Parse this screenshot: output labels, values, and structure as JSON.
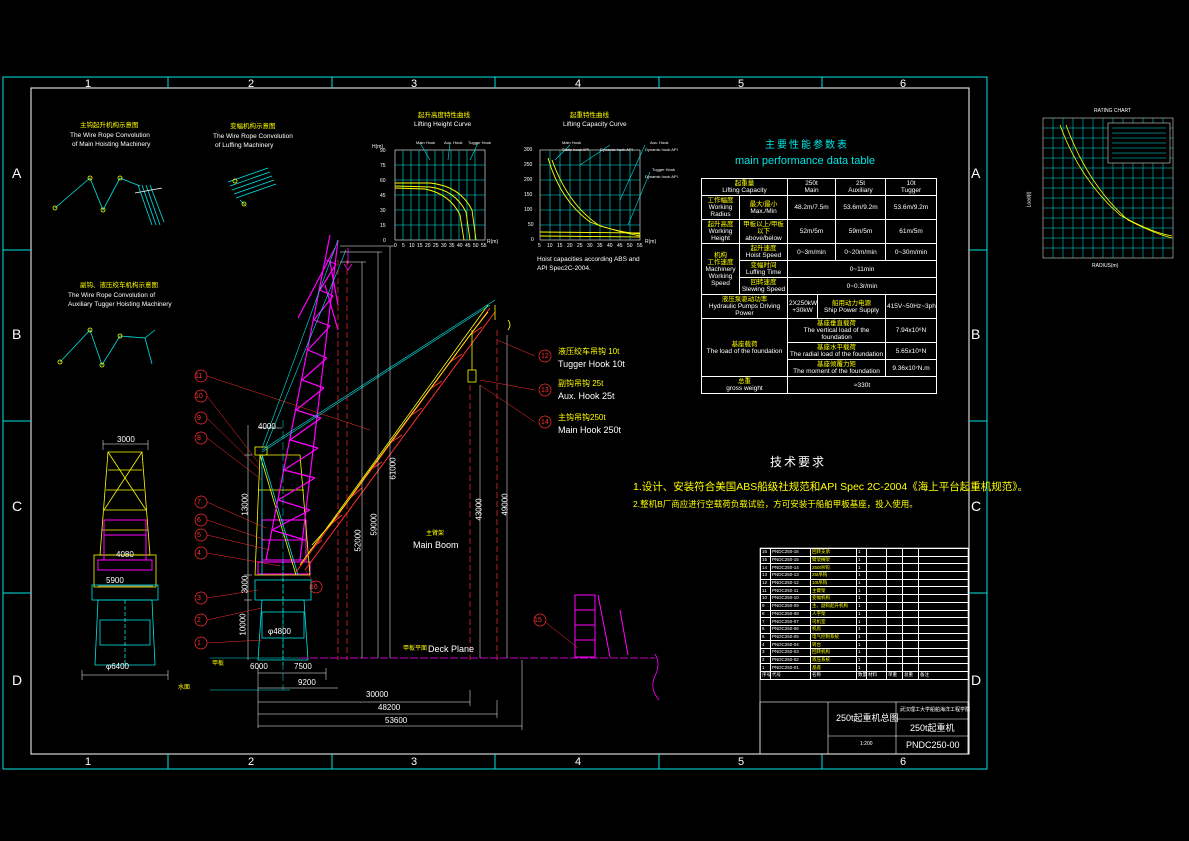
{
  "frame": {
    "columns": [
      "1",
      "2",
      "3",
      "4",
      "5",
      "6"
    ],
    "rows": [
      "A",
      "B",
      "C",
      "D"
    ]
  },
  "views": {
    "main_hoist_title_cn": "主钩起升机构示意图",
    "main_hoist_title_en1": "The Wire Rope Convolution",
    "main_hoist_title_en2": "of Main Hoisting Machinery",
    "luffing_title_cn": "变幅机构示意图",
    "luffing_title_en1": "The Wire Rope Convolution",
    "luffing_title_en2": "of Luffing Machinery",
    "aux_title_cn": "副钩、液压绞车机构示意图",
    "aux_title_en1": "The Wire Rope Convolution of",
    "aux_title_en2": "Auxiliary Tugger Hoisting Machinery"
  },
  "height_curve": {
    "title_cn": "起升高度特性曲线",
    "title_en": "Lifting Height Curve",
    "ylabel": "H(m)",
    "xlabel": "R(m)",
    "legend": [
      "Main Hook",
      "Aux. Hook",
      "Tugger Hook"
    ],
    "yticks": [
      "90",
      "75",
      "60",
      "45",
      "30",
      "15",
      "0"
    ],
    "xticks": [
      "0",
      "5",
      "10",
      "15",
      "20",
      "25",
      "30",
      "35",
      "40",
      "45",
      "50",
      "55"
    ]
  },
  "capacity_curve": {
    "title_cn": "起重特性曲线",
    "title_en": "Lifting Capacity Curve",
    "xlabel": "R(m)",
    "legend": [
      "Main Hook",
      "Static hook API",
      "Dynamic hook API",
      "Aux. Hook",
      "Dynamic hook API",
      "Tugger Hook",
      "Dynamic hook API"
    ],
    "yticks": [
      "300",
      "250",
      "200",
      "150",
      "100",
      "50",
      "0"
    ],
    "xticks": [
      "5",
      "10",
      "15",
      "20",
      "25",
      "30",
      "35",
      "40",
      "45",
      "50",
      "55"
    ],
    "note1": "Hoist capacities according ABS and",
    "note2": "API Spec2C-2004."
  },
  "perf_table": {
    "title_cn": "主要性能参数表",
    "title_en": "main performance data table",
    "rows": {
      "cap_cn": "起重量",
      "cap_en": "Lifting Capacity",
      "main_t": "250t",
      "main_en": "Main",
      "aux_t": "25t",
      "aux_en": "Auxiliary",
      "tug_t": "10t",
      "tug_en": "Tugger",
      "rad_cn": "工作幅度",
      "rad_en": "Working Radius",
      "rad_sub_cn": "最大/最小",
      "rad_sub_en": "Max./Min",
      "rad_main": "48.2m/7.5m",
      "rad_aux": "53.6m/9.2m",
      "rad_tug": "53.6m/9.2m",
      "hgt_cn": "起升高度",
      "hgt_en": "Working Height",
      "hgt_sub_cn": "甲板以上/甲板以下",
      "hgt_sub_en": "above/below",
      "hgt_main": "52m/5m",
      "hgt_aux": "59m/5m",
      "hgt_tug": "61m/5m",
      "ws_cn": "工作速度",
      "ws_en1": "Machinery",
      "ws_en2": "Working Speed",
      "ws_label": "机构",
      "hs_cn": "起升速度",
      "hs_en": "Hoist Speed",
      "hs_main": "0~3m/min",
      "hs_aux": "0~20m/min",
      "hs_tug": "0~30m/min",
      "lt_cn": "变幅时间",
      "lt_en": "Luffing Time",
      "lt_val": "0~11min",
      "sl_cn": "回转速度",
      "sl_en": "Slewing Speed",
      "sl_val": "0~0.3r/min",
      "hp_cn": "液压泵驱动功率",
      "hp_en": "Hydraulic Pumps Driving Power",
      "hp_val1": "2X250kW",
      "hp_val2": "+30kW",
      "sp_cn": "船用动力电源",
      "sp_en": "Ship Power Supply",
      "sp_val": "415V~50Hz~3ph",
      "fd_cn": "基座载荷",
      "fd_en": "The load of the foundation",
      "fv_cn": "基座垂直载荷",
      "fv_en": "The vertical load of the foundation",
      "fv_val": "7.94x10⁶N",
      "fr_cn": "基座水平载荷",
      "fr_en": "The radial load of the foundation",
      "fr_val": "5.65x10⁵N",
      "fm_cn": "基座倾覆力矩",
      "fm_en": "The moment of the foundation",
      "fm_val": "9.36x10⁷N.m",
      "gw_cn": "总重",
      "gw_en": "gross weight",
      "gw_val": "≈330t"
    }
  },
  "tech_req": {
    "title": "技术要求",
    "line1": "1.设计、安装符合美国ABS船级社规范和API Spec 2C-2004《海上平台起重机规范》。",
    "line2": "2.整机B厂商应进行空载荷负载试验，方可安装于船舶甲板基座，投入使用。"
  },
  "callouts": [
    {
      "num": "12",
      "cn": "液压绞车吊钩 10t",
      "en": "Tugger Hook 10t"
    },
    {
      "num": "13",
      "cn": "副钩吊钩 25t",
      "en": "Aux. Hook 25t"
    },
    {
      "num": "14",
      "cn": "主钩吊钩250t",
      "en": "Main Hook 250t"
    }
  ],
  "part_numbers": [
    "1",
    "2",
    "3",
    "4",
    "5",
    "6",
    "7",
    "8",
    "9",
    "10",
    "11",
    "15",
    "16"
  ],
  "dims": {
    "d3000": "3000",
    "d5900": "5900",
    "d4080": "4080",
    "d6400": "φ6400",
    "d4000": "4000",
    "d13000": "13000",
    "d3000b": "3000",
    "d10000": "10000",
    "d4800": "φ4800",
    "d6000": "6000",
    "d7500": "7500",
    "d9200": "9200",
    "d30000": "30000",
    "d48200": "48200",
    "d53600": "53600",
    "d52000": "52000",
    "d59000": "59000",
    "d61000": "61000",
    "d43000": "43000",
    "d49000": "49000"
  },
  "labels": {
    "main_boom_cn": "主臂架",
    "main_boom_en": "Main Boom",
    "deck_cn": "甲板平面",
    "deck_en": "Deck Plane",
    "deck_side_cn": "甲板",
    "water_cn": "水面"
  },
  "bom": {
    "rows": [
      {
        "no": "16",
        "code": "PNDC250-16",
        "name": "回转支承",
        "qty": "1"
      },
      {
        "no": "15",
        "code": "PNDC250-15",
        "name": "臂架搁架",
        "qty": "1"
      },
      {
        "no": "14",
        "code": "PNDC250-14",
        "name": "250t吊钩",
        "qty": "1"
      },
      {
        "no": "13",
        "code": "PNDC250-13",
        "name": "25t吊钩",
        "qty": "1"
      },
      {
        "no": "12",
        "code": "PNDC250-12",
        "name": "10t吊钩",
        "qty": "1"
      },
      {
        "no": "11",
        "code": "PNDC250-11",
        "name": "主臂架",
        "qty": "1"
      },
      {
        "no": "10",
        "code": "PNDC250-10",
        "name": "变幅机构",
        "qty": "1"
      },
      {
        "no": "9",
        "code": "PNDC250-09",
        "name": "主、副钩起升机构",
        "qty": "1"
      },
      {
        "no": "8",
        "code": "PNDC250-08",
        "name": "人字架",
        "qty": "1"
      },
      {
        "no": "7",
        "code": "PNDC250-07",
        "name": "司机室",
        "qty": "1"
      },
      {
        "no": "6",
        "code": "PNDC250-06",
        "name": "机房",
        "qty": "1"
      },
      {
        "no": "5",
        "code": "PNDC250-05",
        "name": "电气控制系统",
        "qty": "1"
      },
      {
        "no": "4",
        "code": "PNDC250-04",
        "name": "转台",
        "qty": "1"
      },
      {
        "no": "3",
        "code": "PNDC250-03",
        "name": "回转机构",
        "qty": "1"
      },
      {
        "no": "2",
        "code": "PNDC250-02",
        "name": "液压系统",
        "qty": "1"
      },
      {
        "no": "1",
        "code": "PNDC250-01",
        "name": "基座",
        "qty": "1"
      }
    ],
    "header": [
      "序号",
      "代号",
      "名称",
      "数量",
      "材料",
      "单重",
      "总重",
      "备注"
    ]
  },
  "title_block": {
    "drawing_name": "250t起重机总图",
    "company": "武汉理工大学船舶海洋工程学院",
    "product": "250t起重机",
    "drawing_no": "PNDC250-00",
    "scale": "1:200"
  },
  "rating_chart": {
    "title": "RATING CHART",
    "xlabel": "RADIUS(m)",
    "ylabel": "Load(t)"
  },
  "colors": {
    "frame": "#00e5e5",
    "boom_main": "#ff00ff",
    "boom_aux": "#ffff00",
    "curves": "#ffff00",
    "dims": "#ffffff",
    "red": "#ff3030"
  }
}
